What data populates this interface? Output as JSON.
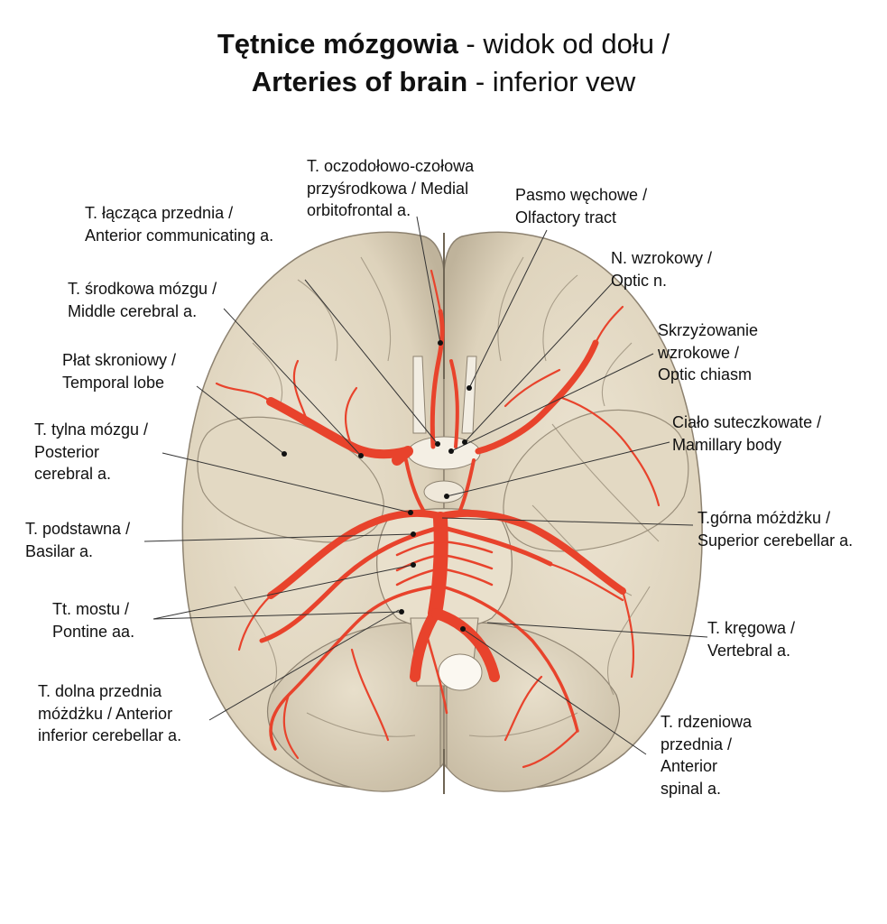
{
  "title": {
    "line1_bold": "Tętnice mózgowia",
    "line1_rest": " - widok od dołu /",
    "line2_bold": "Arteries of brain",
    "line2_rest": " - inferior vew"
  },
  "labels": {
    "medial_orbitofrontal": [
      "T. oczodołowo-czołowa",
      "przyśrodkowa / Medial",
      "orbitofrontal a."
    ],
    "olfactory_tract": [
      "Pasmo węchowe /",
      "Olfactory tract"
    ],
    "anterior_communicating": [
      "T. łącząca przednia /",
      "Anterior communicating a."
    ],
    "optic_nerve": [
      "N. wzrokowy /",
      "Optic n."
    ],
    "middle_cerebral": [
      "T. środkowa mózgu /",
      "Middle cerebral a."
    ],
    "optic_chiasm": [
      "Skrzyżowanie",
      "wzrokowe /",
      "Optic chiasm"
    ],
    "temporal_lobe": [
      "Płat skroniowy /",
      "Temporal lobe"
    ],
    "mamillary_body": [
      "Ciało suteczkowate /",
      "Mamillary body"
    ],
    "posterior_cerebral": [
      "T. tylna mózgu /",
      "Posterior",
      "cerebral a."
    ],
    "superior_cerebellar": [
      "T.górna móżdżku /",
      "Superior cerebellar a."
    ],
    "basilar": [
      "T. podstawna /",
      "Basilar a."
    ],
    "pontine": [
      "Tt. mostu /",
      "Pontine aa."
    ],
    "vertebral": [
      "T. kręgowa /",
      "Vertebral a."
    ],
    "anterior_inferior_cerebellar": [
      "T. dolna przednia",
      "móżdżku / Anterior",
      "inferior cerebellar a."
    ],
    "anterior_spinal": [
      "T. rdzeniowa",
      "przednia /",
      "Anterior",
      "spinal a."
    ]
  },
  "colors": {
    "brain": "#e6ddc9",
    "brain_shadow": "#c9bea7",
    "artery": "#e8432c",
    "artery_dark": "#b52a1a",
    "leader_line": "#333333"
  }
}
